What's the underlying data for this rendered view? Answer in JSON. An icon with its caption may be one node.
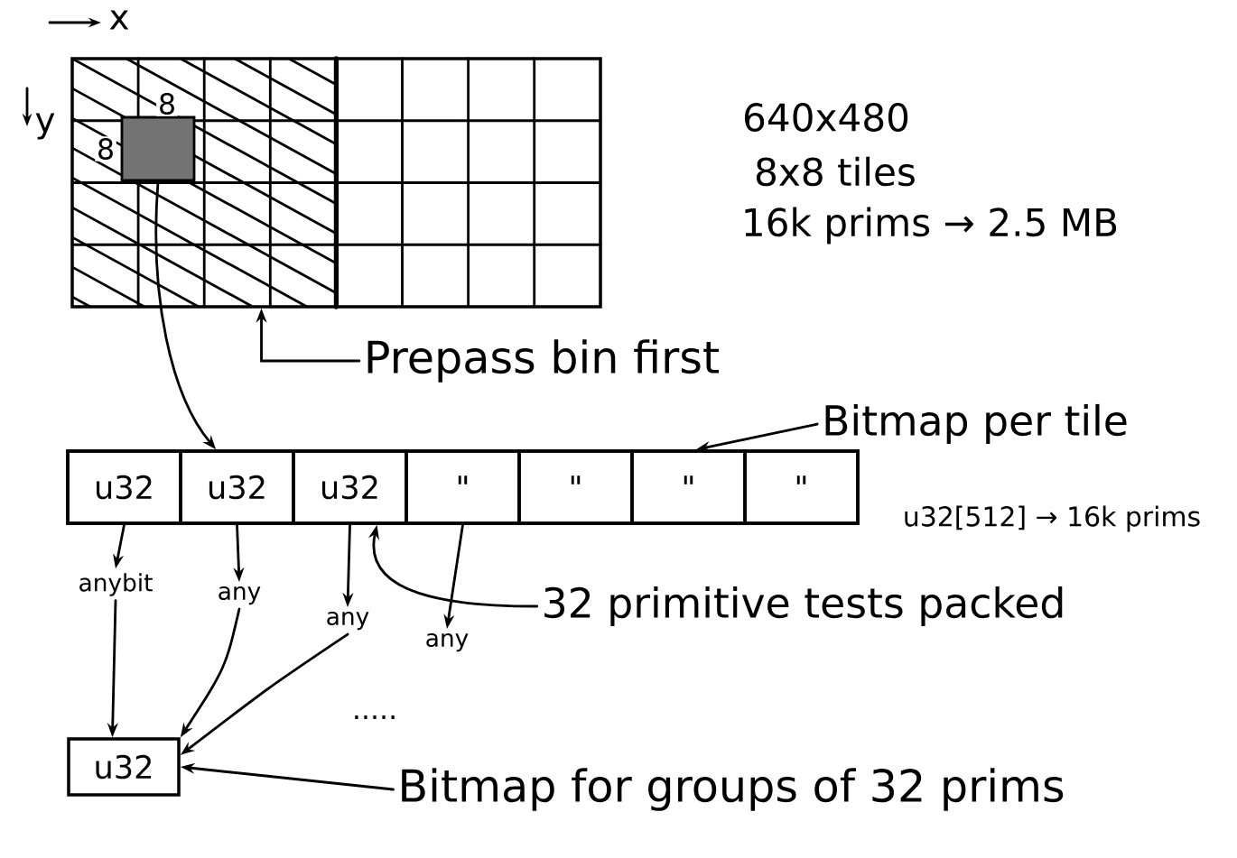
{
  "diagram": {
    "nodes": [
      {
        "text": [],
        "shape": "box"
      },
      {
        "text": [],
        "shape": "box",
        "in": 0
      },
      {
        "text": [
          "Prepass bin first"
        ]
      },
      {
        "text": [
          "Bitmap per tile"
        ]
      },
      {
        "text": [],
        "shape": "box"
      },
      {
        "text": [
          "u32"
        ],
        "in": 4
      },
      {
        "text": [
          "u32"
        ],
        "in": 4
      },
      {
        "text": [
          "u32"
        ],
        "in": 4
      },
      {
        "text": [
          "\""
        ],
        "in": 4
      },
      {
        "text": [
          "\""
        ],
        "in": 4
      },
      {
        "text": [
          "\""
        ],
        "in": 4
      },
      {
        "text": [
          "\""
        ],
        "in": 4
      },
      {
        "text": [
          "anybit"
        ]
      },
      {
        "text": [
          "any"
        ]
      },
      {
        "text": [
          "any"
        ]
      },
      {
        "text": [
          "any"
        ]
      },
      {
        "text": [
          "32 primitive tests packed"
        ]
      },
      {
        "text": [
          "u32"
        ]
      },
      {
        "text": [
          "Bitmap for groups of 32 prims"
        ]
      }
    ],
    "edges": [
      {
        "from": 2,
        "to": 0,
        "arrow": "to"
      },
      {
        "from": 1,
        "to": 4,
        "arrow": "to"
      },
      {
        "from": 3,
        "to": 4,
        "arrow": "to"
      },
      {
        "from": 5,
        "to": 12,
        "arrow": "to"
      },
      {
        "from": 6,
        "to": 13,
        "arrow": "to"
      },
      {
        "from": 7,
        "to": 14,
        "arrow": "to"
      },
      {
        "from": 8,
        "to": 15,
        "arrow": "to"
      },
      {
        "from": 16,
        "to": 7,
        "arrow": "to"
      },
      {
        "from": 12,
        "to": 17,
        "arrow": "to"
      },
      {
        "from": 13,
        "to": 17,
        "arrow": "to"
      },
      {
        "from": 14,
        "to": 17,
        "arrow": "to"
      },
      {
        "from": 18,
        "to": 17,
        "arrow": "to"
      }
    ],
    "labels": [
      "x",
      "y",
      "8",
      "8",
      "640x480",
      "8x8 tiles",
      "16k prims → 2.5 MB",
      "u32[512] → 16k prims",
      "....."
    ]
  }
}
